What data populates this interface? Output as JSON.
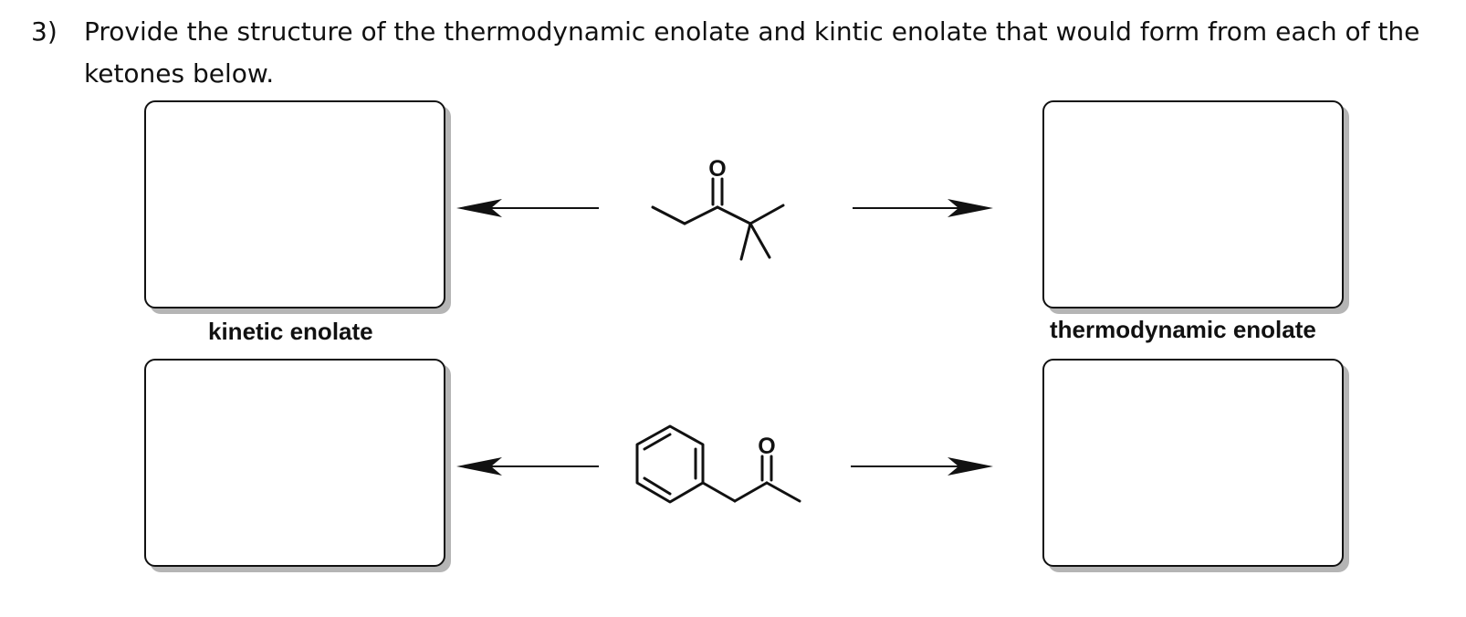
{
  "question": {
    "number": "3)",
    "text": "Provide the structure of the thermodynamic enolate and kintic enolate that would form from each of the ketones below."
  },
  "labels": {
    "kinetic": "kinetic enolate",
    "thermodynamic": "thermodynamic enolate"
  },
  "molecules": {
    "top": {
      "oxygen_label": "O"
    },
    "bottom": {
      "oxygen_label": "O"
    }
  }
}
